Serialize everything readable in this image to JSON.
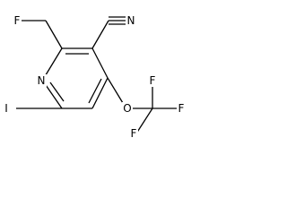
{
  "molecule": {
    "atoms": {
      "F_fluoromethyl": "F",
      "N_nitrile": "N",
      "N_ring": "N",
      "I": "I",
      "O": "O",
      "F_top": "F",
      "F_right": "F",
      "F_left": "F"
    }
  }
}
